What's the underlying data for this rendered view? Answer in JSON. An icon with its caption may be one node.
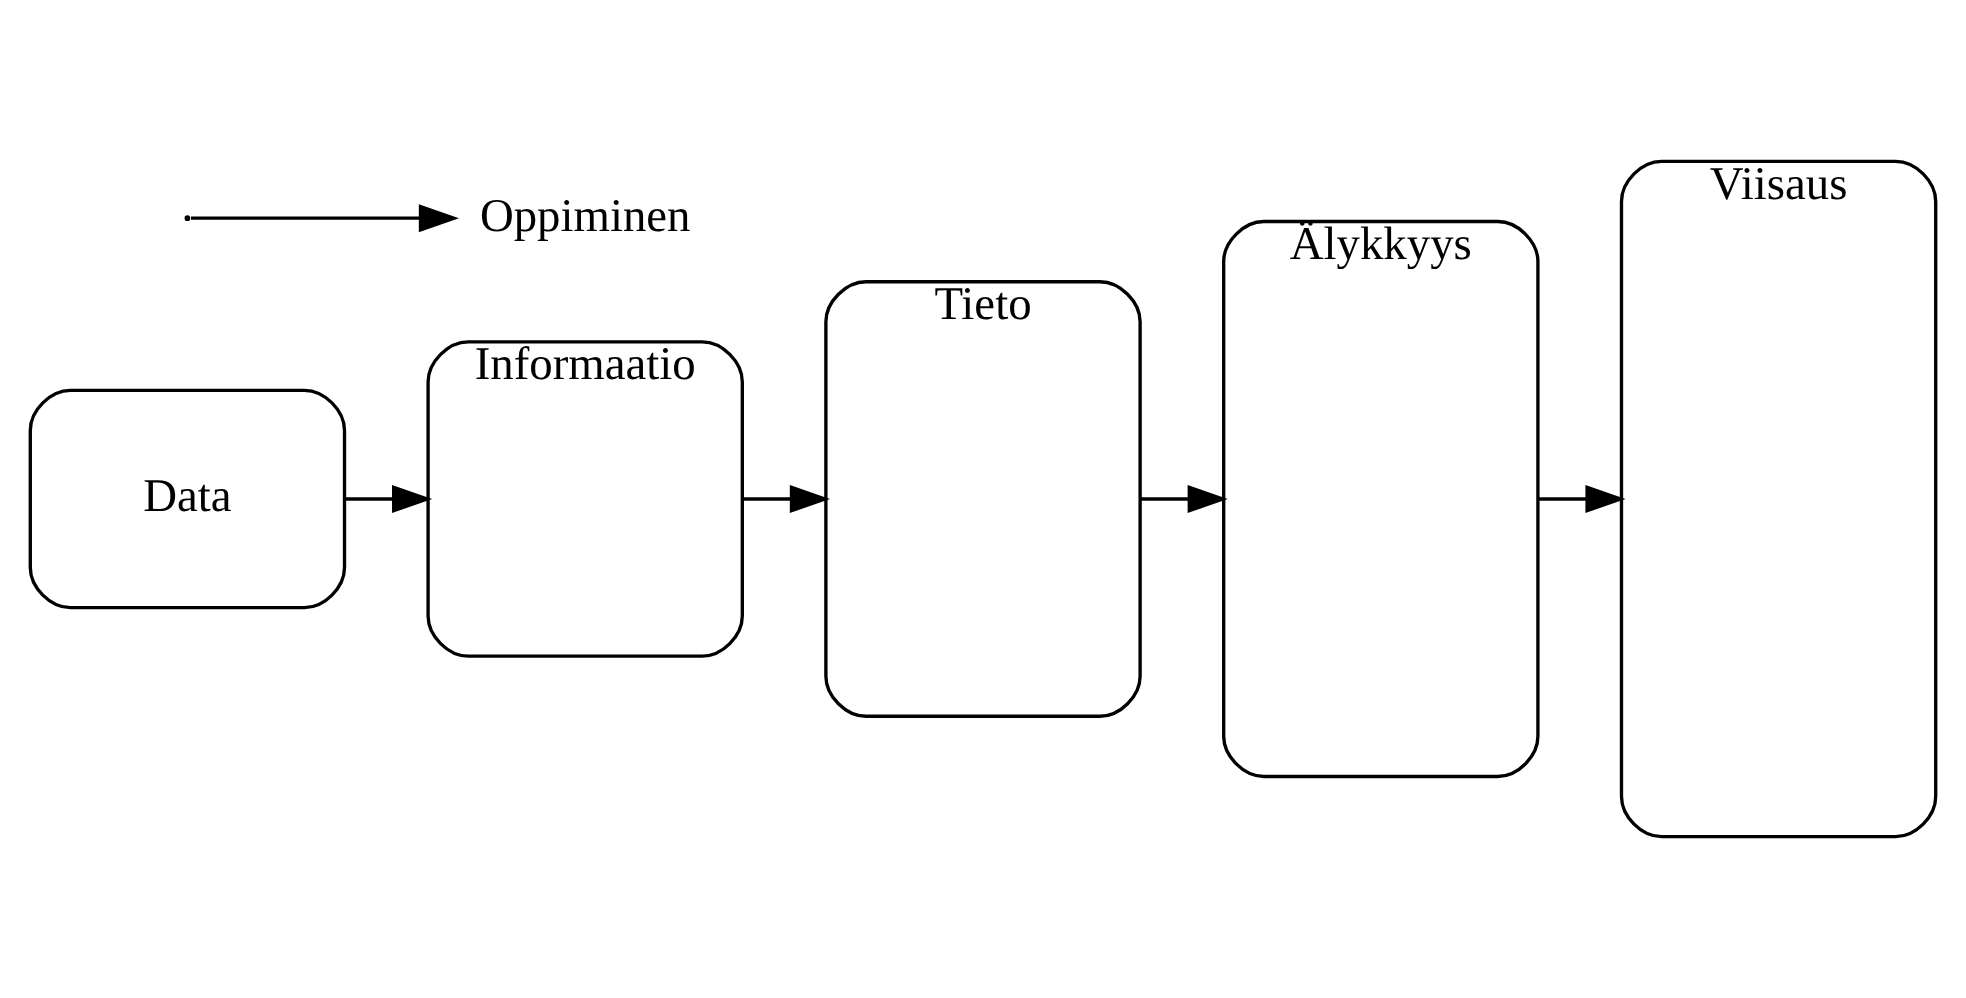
{
  "diagram": {
    "nodes": [
      {
        "text": [
          "Data"
        ]
      },
      {
        "text": [
          "Informaatio"
        ]
      },
      {
        "text": [
          "Tieto"
        ]
      },
      {
        "text": [
          "Älykkyys"
        ]
      },
      {
        "text": [
          "Viisaus"
        ]
      },
      {
        "text": [
          "Oppiminen"
        ]
      }
    ],
    "edges": [
      {
        "from": 0,
        "to": 1,
        "arrow": "to"
      },
      {
        "from": 1,
        "to": 2,
        "arrow": "to"
      },
      {
        "from": 2,
        "to": 3,
        "arrow": "to"
      },
      {
        "from": 3,
        "to": 4,
        "arrow": "to"
      },
      {
        "from": null,
        "to": 5,
        "arrow": "to"
      }
    ]
  }
}
